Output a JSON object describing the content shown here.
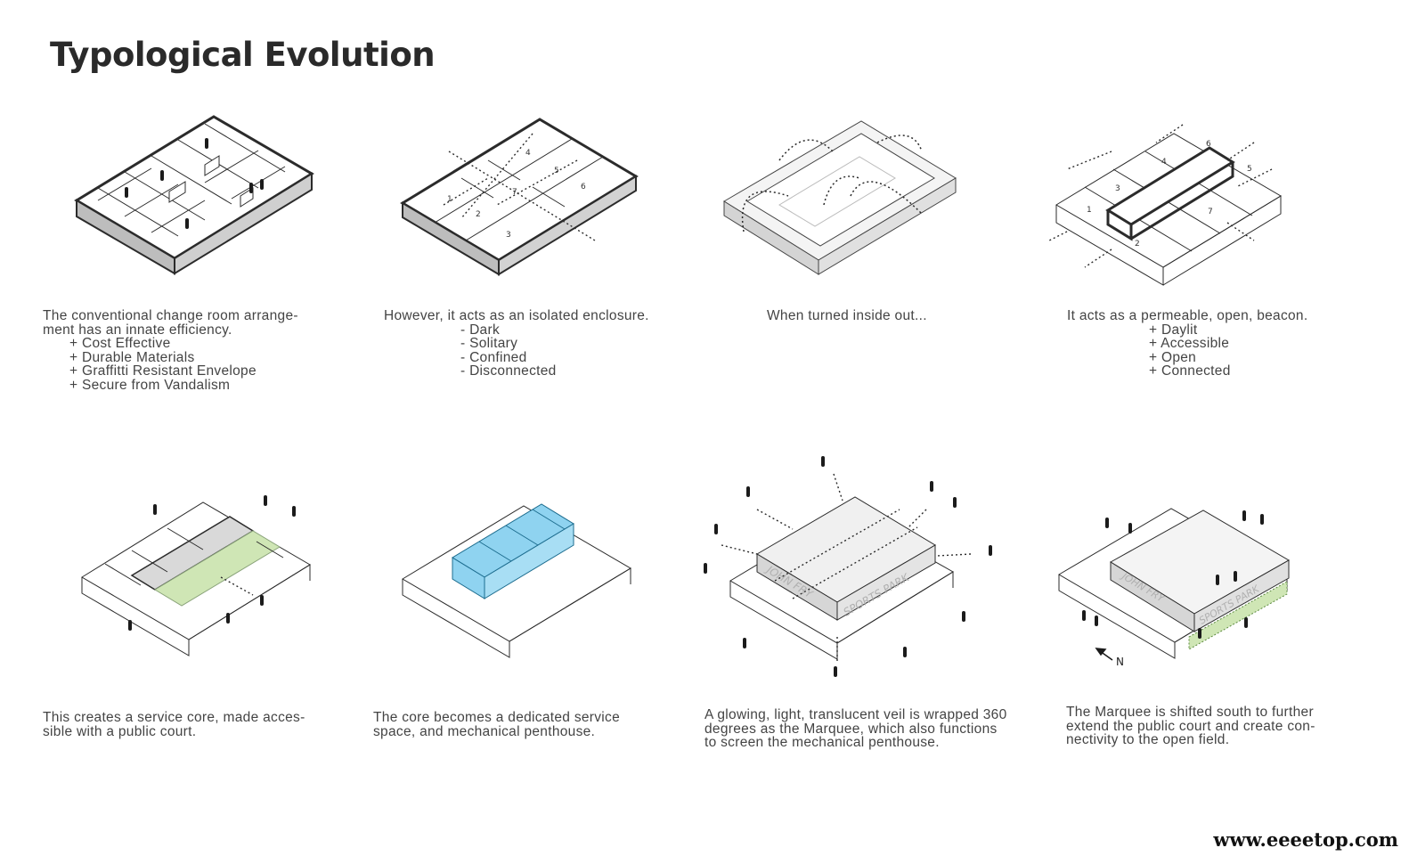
{
  "title": "Typological Evolution",
  "panels": [
    {
      "id": "p1",
      "caption_lines": [
        "The conventional change room arrange-",
        "ment has an innate efficiency."
      ],
      "list": [
        "+ Cost Effective",
        "+ Durable Materials",
        "+ Graffitti Resistant Envelope",
        "+ Secure from Vandalism"
      ]
    },
    {
      "id": "p2",
      "caption_lines": [
        "However, it acts as an isolated enclosure."
      ],
      "list": [
        "- Dark",
        "- Solitary",
        "- Confined",
        "- Disconnected"
      ],
      "labels": [
        "1",
        "2",
        "3",
        "4",
        "5",
        "6",
        "7"
      ]
    },
    {
      "id": "p3",
      "caption_lines": [
        "When turned inside out..."
      ],
      "list": []
    },
    {
      "id": "p4",
      "caption_lines": [
        "It acts as a permeable, open, beacon."
      ],
      "list": [
        "+ Daylit",
        "+ Accessible",
        "+ Open",
        "+ Connected"
      ],
      "labels": [
        "1",
        "2",
        "3",
        "4",
        "5",
        "6",
        "7"
      ]
    },
    {
      "id": "p5",
      "caption_lines": [
        "This creates a service core, made acces-",
        "sible with a public court."
      ],
      "list": []
    },
    {
      "id": "p6",
      "caption_lines": [
        "The core becomes a dedicated service",
        "space, and mechanical penthouse."
      ],
      "list": []
    },
    {
      "id": "p7",
      "caption_lines": [
        "A glowing, light, translucent veil is wrapped 360",
        "degrees as the Marquee, which also functions",
        "to screen the mechanical penthouse."
      ],
      "list": [],
      "signage": [
        "JOHN FRY",
        "SPORTS PARK"
      ]
    },
    {
      "id": "p8",
      "caption_lines": [
        "The Marquee is shifted south to further",
        "extend the public court and create con-",
        "nectivity to the open field."
      ],
      "list": [],
      "signage": [
        "JOHN FRY",
        "SPORTS PARK"
      ],
      "north_label": "N"
    }
  ],
  "colors": {
    "wall_dark": "#b8b8b8",
    "wall_light": "#e2e2e2",
    "core_blue": "#8fd3f0",
    "court_green": "#cfe6b5",
    "ink": "#2b2b2b"
  },
  "watermark": "www.eeeetop.com"
}
